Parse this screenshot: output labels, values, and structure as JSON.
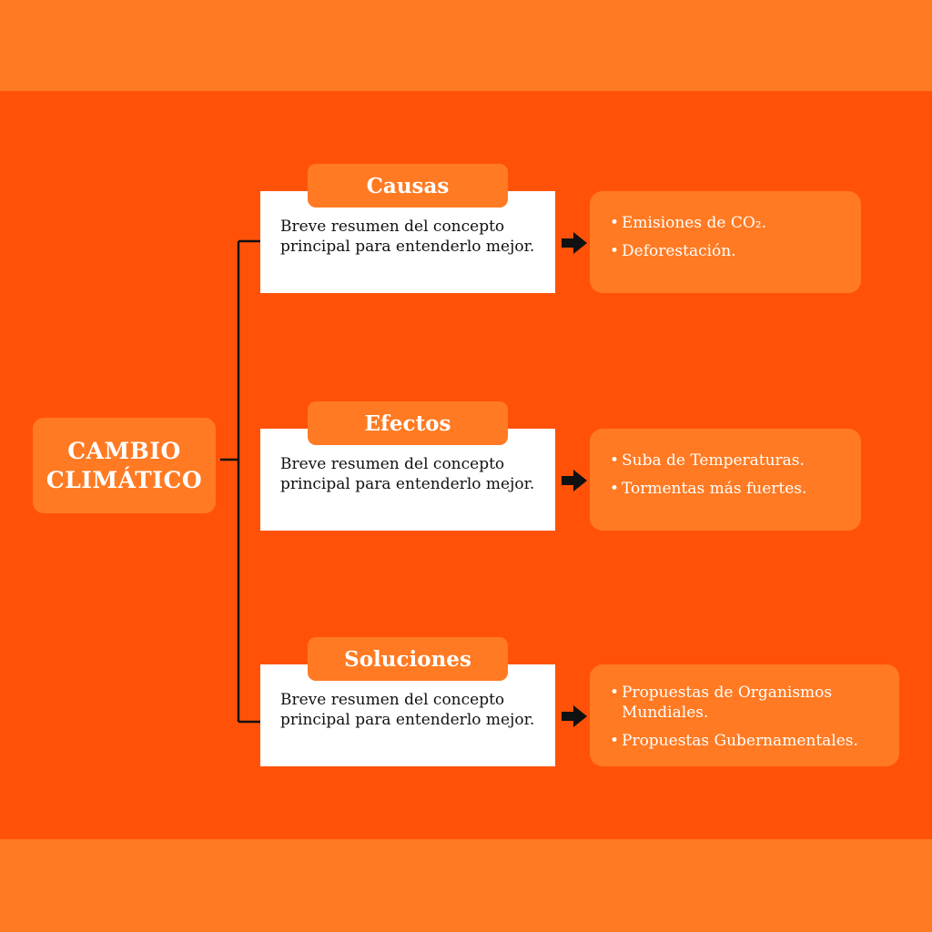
{
  "colors": {
    "band": "#ff7a22",
    "panel": "#ff5208",
    "box": "#ff7a22",
    "card": "#ffffff",
    "line": "#111111"
  },
  "root": {
    "line1": "CAMBIO",
    "line2": "CLIMÁTICO"
  },
  "sections": [
    {
      "title": "Causas",
      "summary": "Breve resumen del concepto principal para entenderlo mejor.",
      "arrow_icon": "right-arrow-icon",
      "bullets": [
        "Emisiones de CO₂.",
        "Deforestación."
      ]
    },
    {
      "title": "Efectos",
      "summary": "Breve resumen del concepto principal para entenderlo mejor.",
      "arrow_icon": "right-arrow-icon",
      "bullets": [
        "Suba de Temperaturas.",
        "Tormentas más fuertes."
      ]
    },
    {
      "title": "Soluciones",
      "summary": "Breve resumen del concepto principal para entenderlo mejor.",
      "arrow_icon": "right-arrow-icon",
      "bullets": [
        "Propuestas de Organismos Mundiales.",
        "Propuestas Gubernamentales."
      ]
    }
  ]
}
